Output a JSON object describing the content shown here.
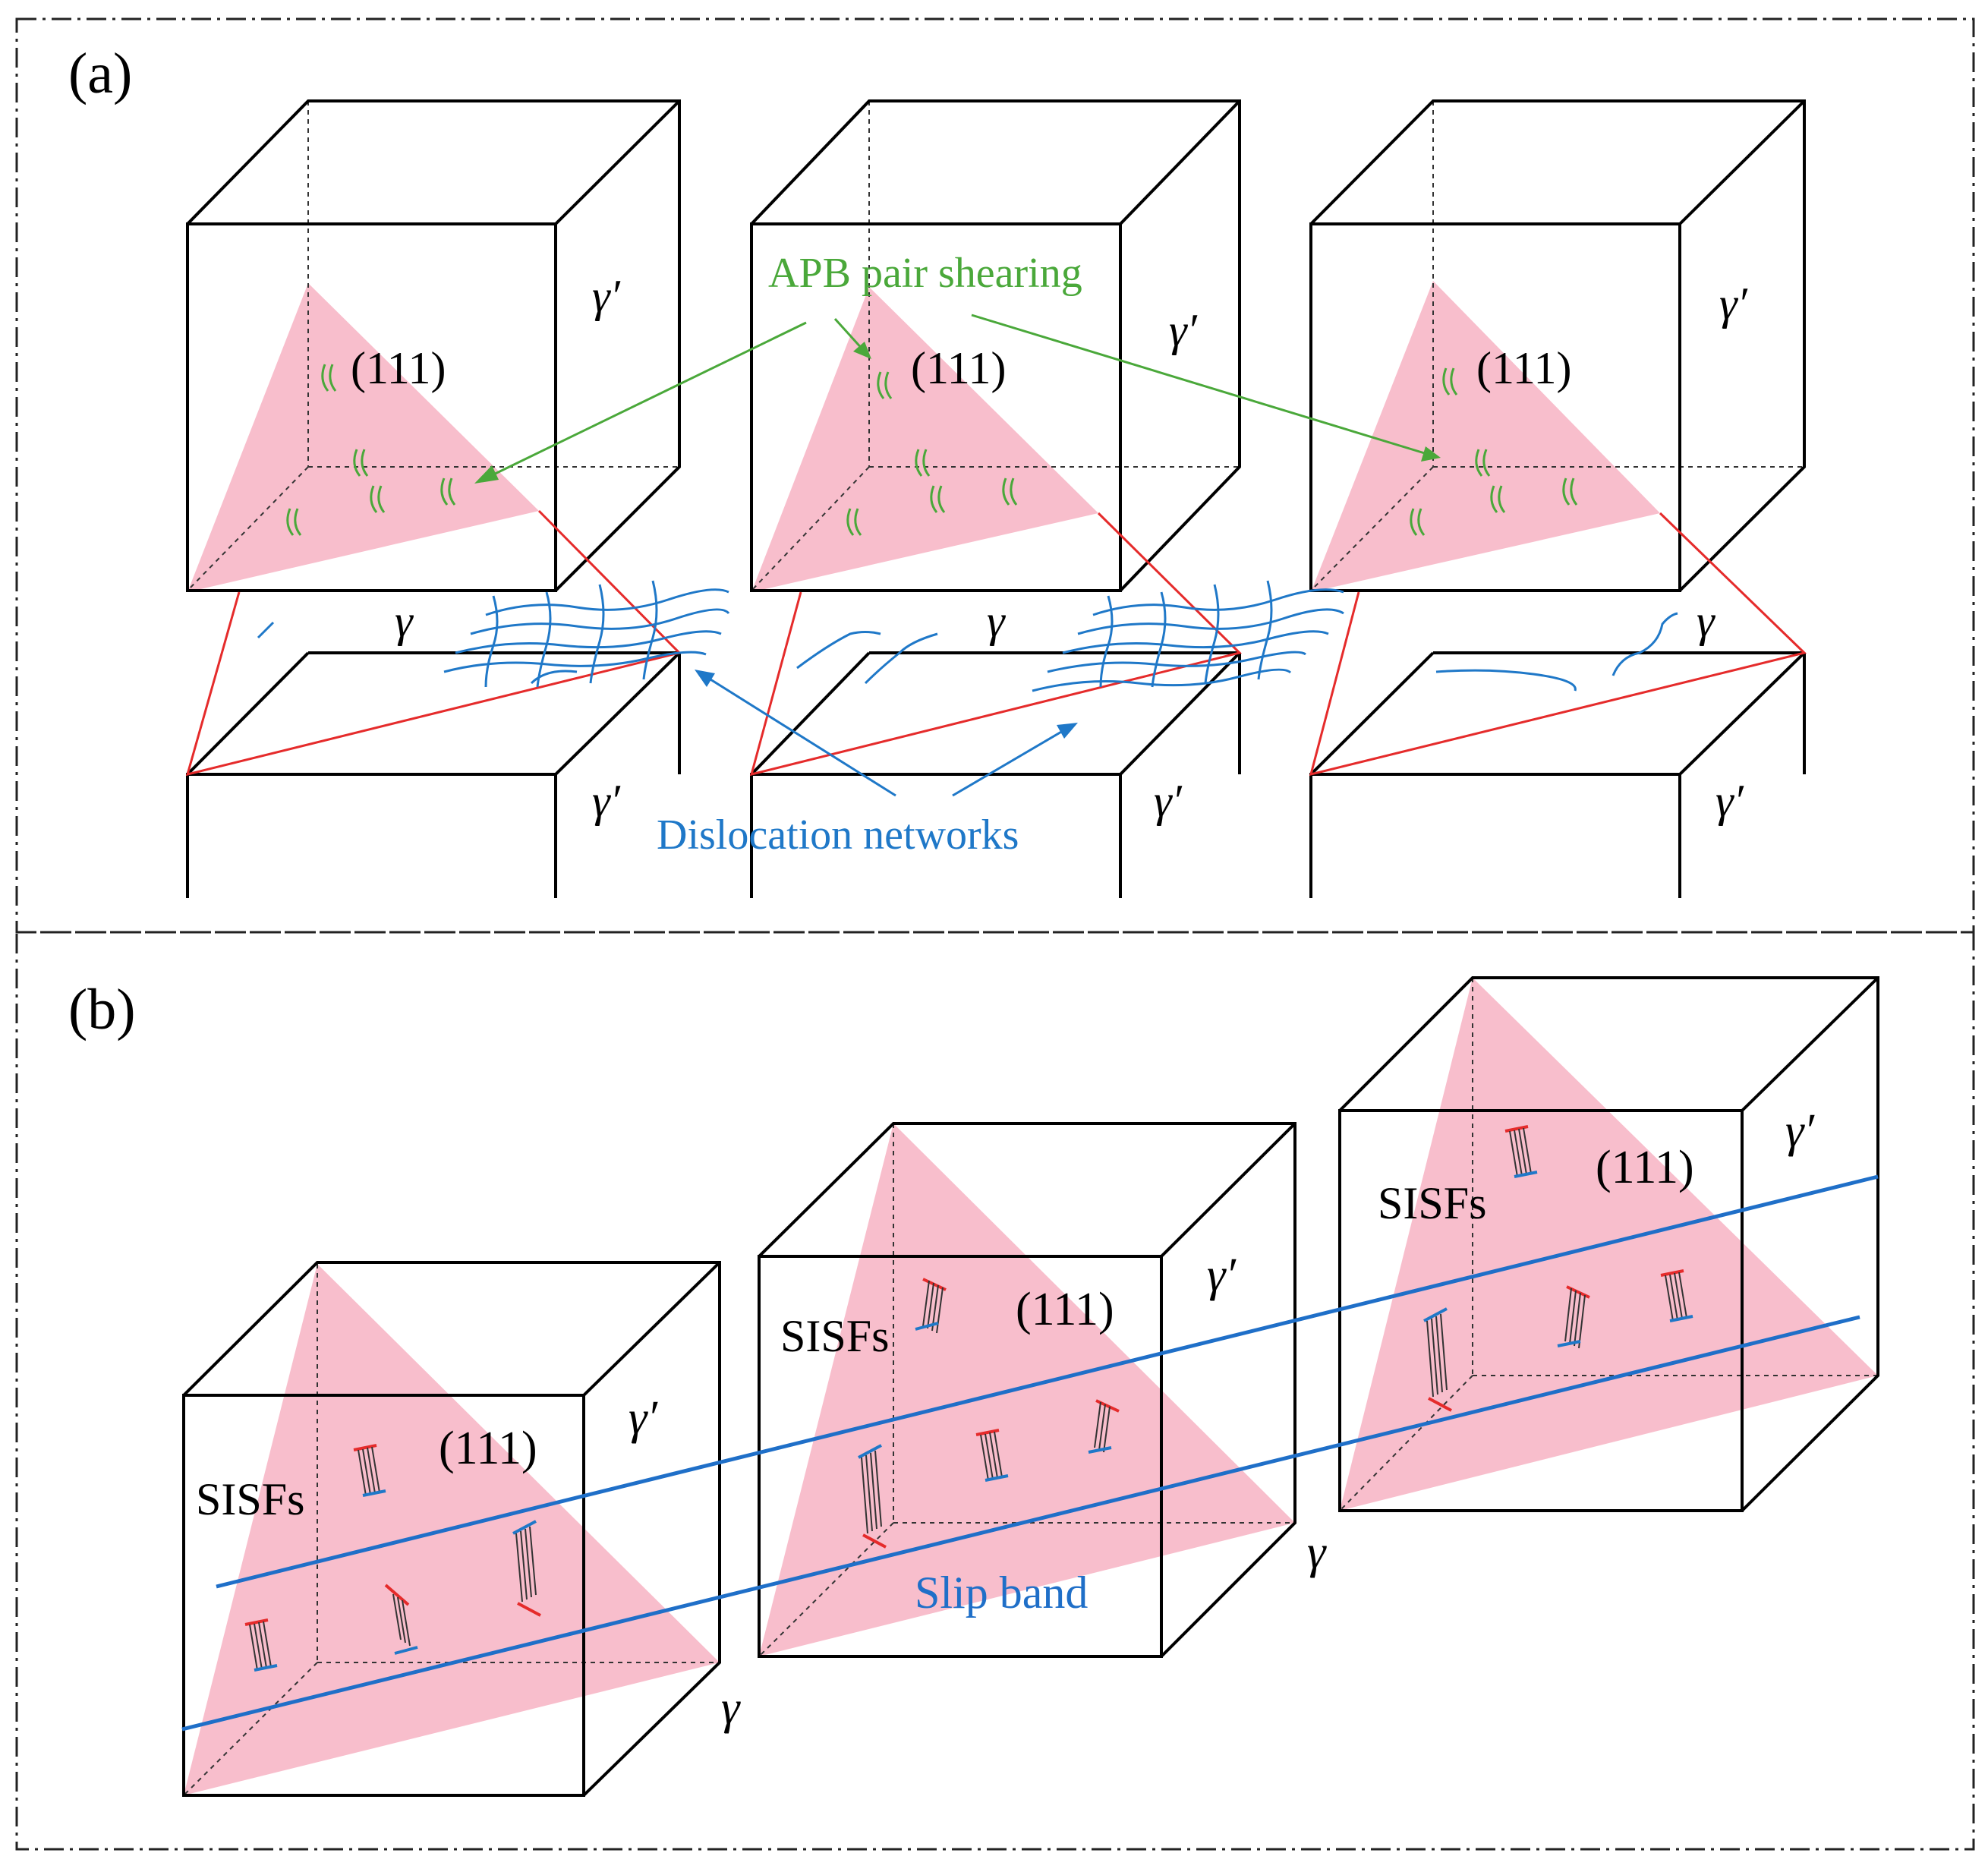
{
  "panel_a": {
    "label": "(a)",
    "plane_label": "(111)",
    "gamma_prime": "γ′",
    "gamma": "γ",
    "apb_label": "APB pair shearing",
    "network_label": "Dislocation networks"
  },
  "panel_b": {
    "label": "(b)",
    "plane_label": "(111)",
    "sisf_label": "SISFs",
    "gamma_prime": "γ′",
    "gamma": "γ",
    "slip_band_label": "Slip band"
  },
  "colors": {
    "plane": "#f7b9c8",
    "apb": "#4aa83a",
    "dislocation": "#1f78c8",
    "trace": "#e52b2b"
  }
}
